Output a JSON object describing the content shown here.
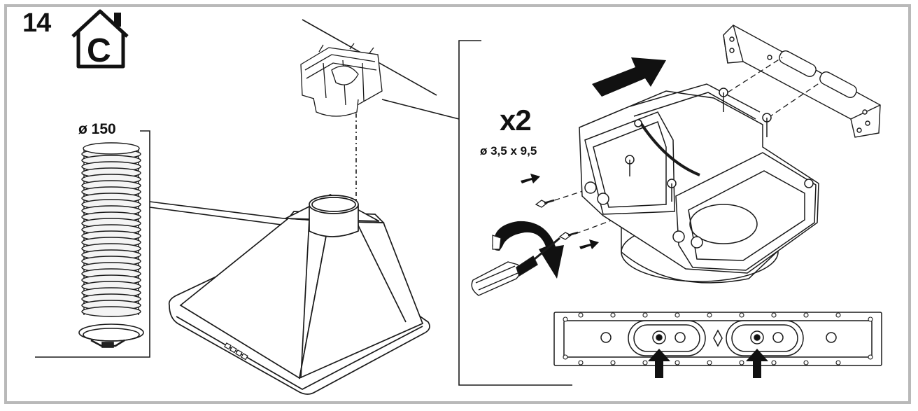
{
  "step": {
    "number": "14"
  },
  "mode_icon": {
    "letter": "C",
    "icon": "house-recirculation-icon"
  },
  "duct": {
    "diameter_label": "ø 150"
  },
  "fasteners": {
    "count_label": "x2",
    "size_label": "ø 3,5 x 9,5"
  },
  "colors": {
    "line": "#1a1a1a",
    "frame": "#b9b9b9",
    "fill_dark": "#111111",
    "fill_light": "#f2f2f2"
  }
}
